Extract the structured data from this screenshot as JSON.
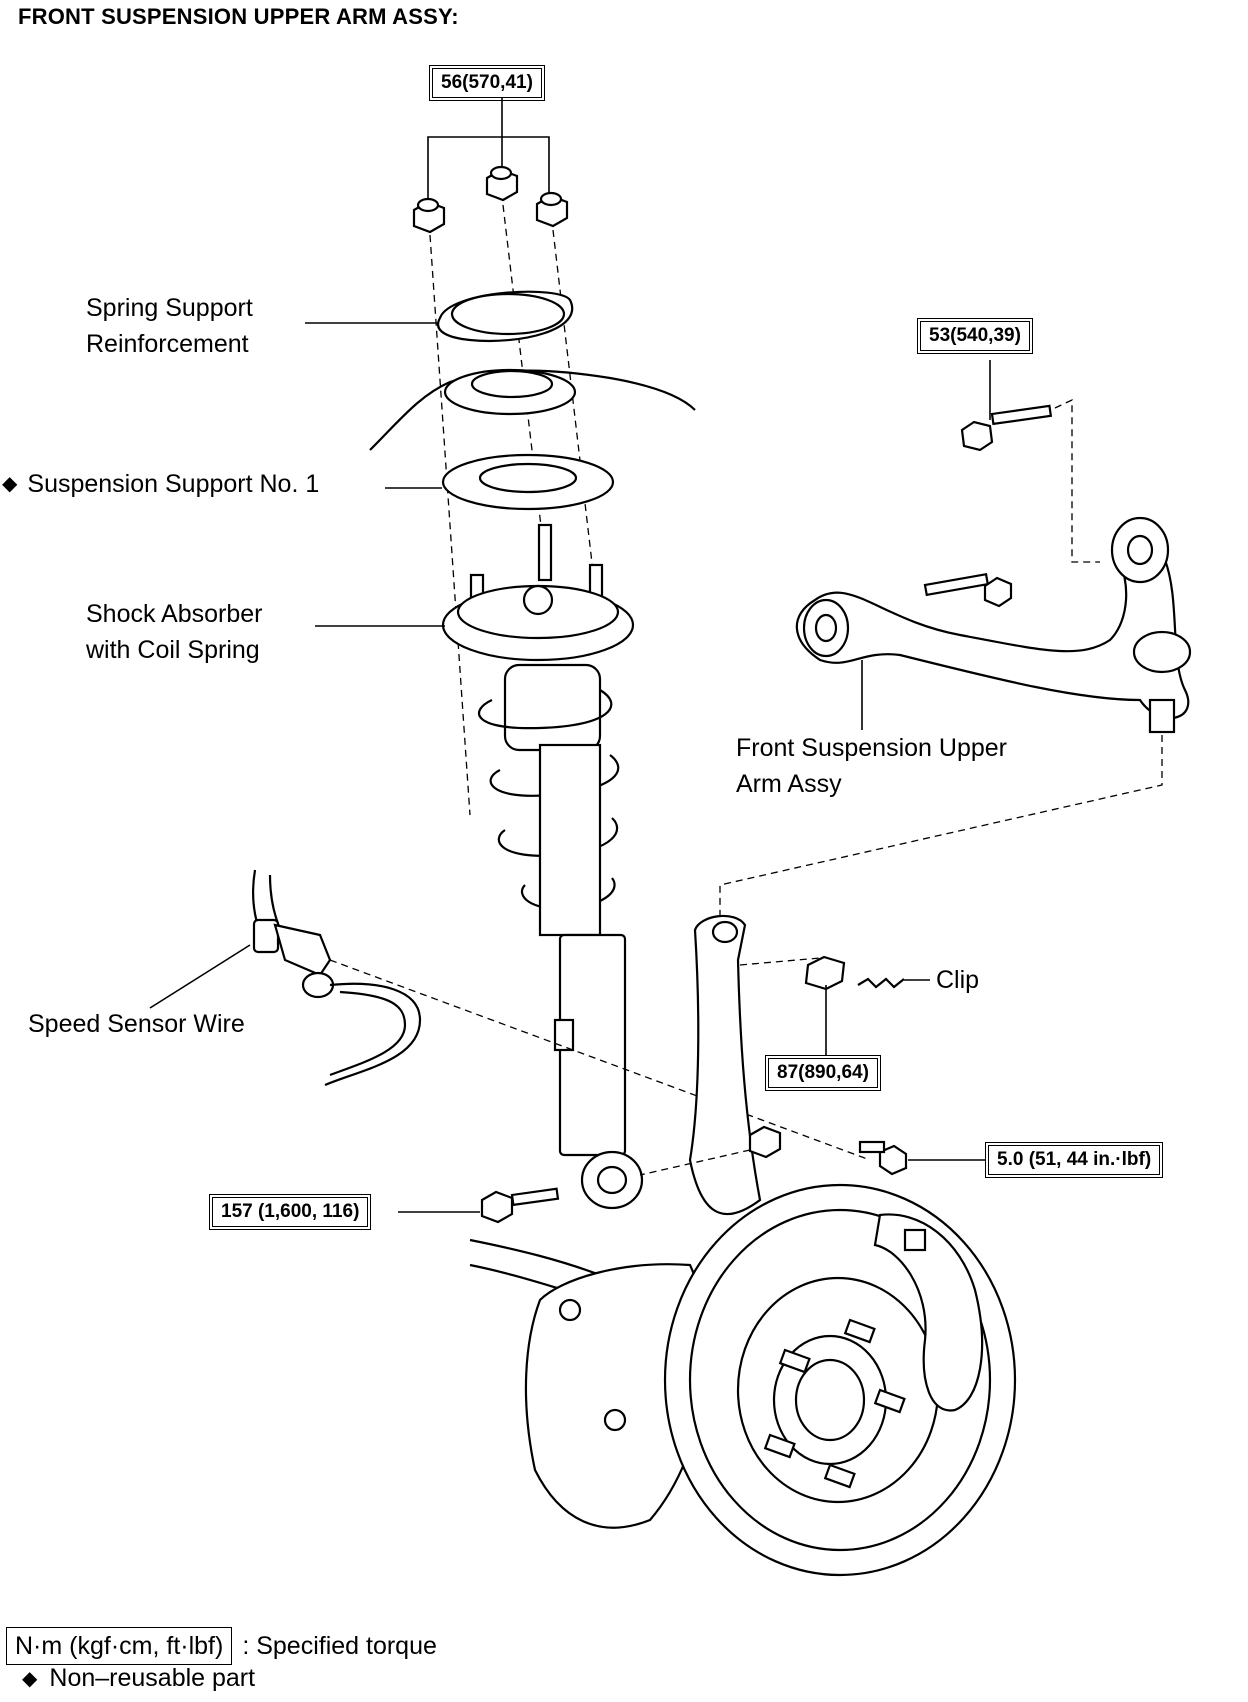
{
  "title": "FRONT SUSPENSION UPPER ARM ASSY:",
  "labels": {
    "spring_support_line1": "Spring Support",
    "spring_support_line2": "Reinforcement",
    "suspension_support": "Suspension Support No. 1",
    "shock_line1": "Shock Absorber",
    "shock_line2": "with Coil Spring",
    "upper_arm_line1": "Front Suspension Upper",
    "upper_arm_line2": "Arm Assy",
    "speed_sensor": "Speed Sensor Wire",
    "clip": "Clip"
  },
  "torques": {
    "top_nuts": "56(570,41)",
    "arm_bolt": "53(540,39)",
    "clip_nut": "87(890,64)",
    "sensor_bolt": "5.0 (51, 44 in.·lbf)",
    "lower_bolt": "157 (1,600, 116)"
  },
  "legend": {
    "torque_box": "N·m (kgf·cm, ft·lbf)",
    "torque_text": ": Specified torque",
    "nonreusable_text": "Non–reusable part"
  },
  "icons": {
    "nonreusable": "diamond-icon"
  }
}
